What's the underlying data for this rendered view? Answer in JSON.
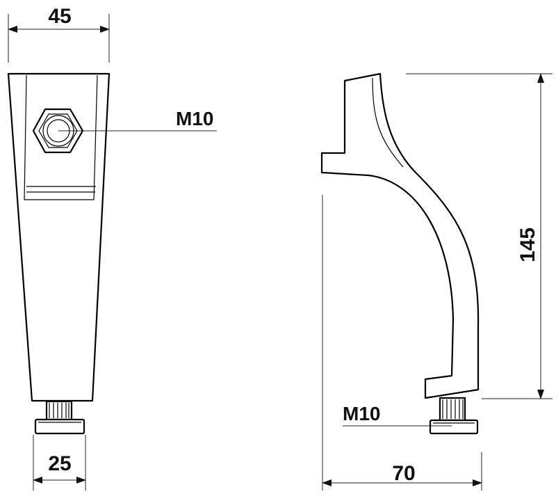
{
  "diagram": {
    "dimensions": {
      "top_width": "45",
      "bottom_width": "25",
      "side_height": "145",
      "side_width": "70"
    },
    "labels": {
      "front_thread": "M10",
      "side_thread": "M10"
    }
  }
}
